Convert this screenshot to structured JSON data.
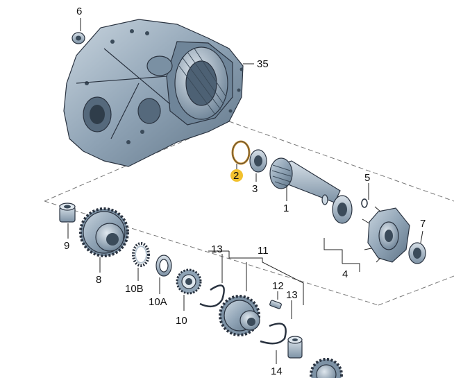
{
  "labels": {
    "p1": "1",
    "p2": "2",
    "p3": "3",
    "p4": "4",
    "p5": "5",
    "p6": "6",
    "p7": "7",
    "p8": "8",
    "p9": "9",
    "p10": "10",
    "p10a": "10A",
    "p10b": "10B",
    "p11": "11",
    "p12": "12",
    "p13a": "13",
    "p13b": "13",
    "p14": "14",
    "p35": "35"
  },
  "colors": {
    "metal_dark": "#5f7487",
    "metal_mid": "#8fa3b5",
    "metal_light": "#c9d5df",
    "highlight_badge": "#f2c12e",
    "outline": "#2a3340"
  }
}
